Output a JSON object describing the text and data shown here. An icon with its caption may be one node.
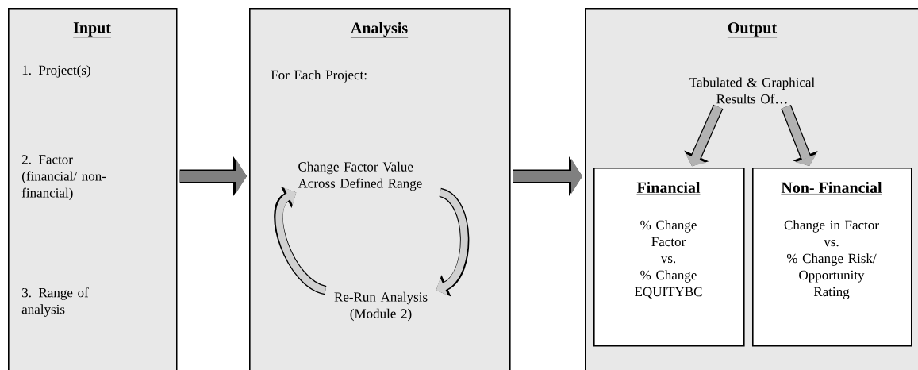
{
  "diagram": {
    "nodes": [
      {
        "text": [
          "Input",
          "1. Project(s)",
          "2. Factor (financial/ non-financial)",
          "3. Range of analysis"
        ]
      },
      {
        "text": [
          "Analysis",
          "For Each Project:"
        ]
      },
      {
        "text": [
          "Change Factor Value Across Defined Range"
        ],
        "in": 1
      },
      {
        "text": [
          "Re-Run Analysis (Module 2)"
        ],
        "in": 1
      },
      {
        "text": [
          "Output"
        ]
      },
      {
        "text": [
          "Tabulated & Graphical Results Of…"
        ],
        "in": 4
      },
      {
        "text": [
          "Financial",
          "% Change Factor",
          "vs.",
          "% Change EQUITYBC"
        ],
        "in": 4
      },
      {
        "text": [
          "Non- Financial",
          "Change in Factor",
          "vs.",
          "% Change Risk/ Opportunity Rating"
        ],
        "in": 4
      }
    ],
    "edges": [
      {
        "from": 0,
        "to": 1,
        "arrow": "to"
      },
      {
        "from": 1,
        "to": 4,
        "arrow": "to"
      },
      {
        "from": 2,
        "to": 3,
        "arrow": "to"
      },
      {
        "from": 3,
        "to": 2,
        "arrow": "to"
      },
      {
        "from": 5,
        "to": 6,
        "arrow": "to"
      },
      {
        "from": 5,
        "to": 7,
        "arrow": "to"
      }
    ]
  }
}
